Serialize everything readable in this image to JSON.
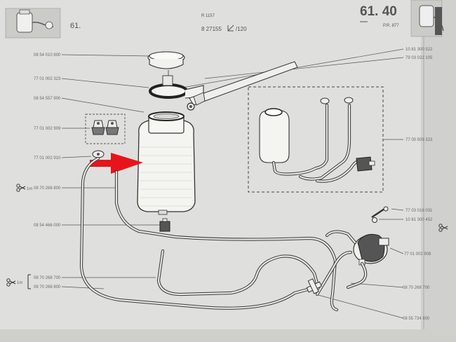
{
  "header": {
    "section_number": "61. 40",
    "ref_number": "8 27155",
    "ref_suffix": "/120",
    "plate": "P.R. 877"
  },
  "part_numbers": {
    "cap": "08 54 010 800",
    "bracket_bolt": "10 81 300 522",
    "bracket_nut": "79 03 022 105",
    "strap": "77 01 002 323",
    "reservoir": "08 54 557 900",
    "nozzles": "77 01 002 909",
    "nozzle_single": "77 01 002 910",
    "hose_top": "08 70 268 800",
    "kit": "77 00 509 323",
    "screw": "77 03 016 031",
    "screw_nut": "10 81 300 452",
    "filter": "08 54 466 000",
    "pump": "77 01 002 908",
    "hose_middle_a": "08 70 268 700",
    "hose_middle_b": "08 70 268 800",
    "hose_right": "08 70 268 700",
    "tee_connector": "08 55 734 800"
  },
  "colors": {
    "paper": "#dfe0dd",
    "ink": "#333333",
    "arrow": "#e8141b"
  },
  "icons": {
    "scissors_left_1": "scissors-icon",
    "scissors_left_2": "scissors-icon",
    "scissors_right": "scissors-icon",
    "pointer_arrow": "red-arrow-icon"
  }
}
